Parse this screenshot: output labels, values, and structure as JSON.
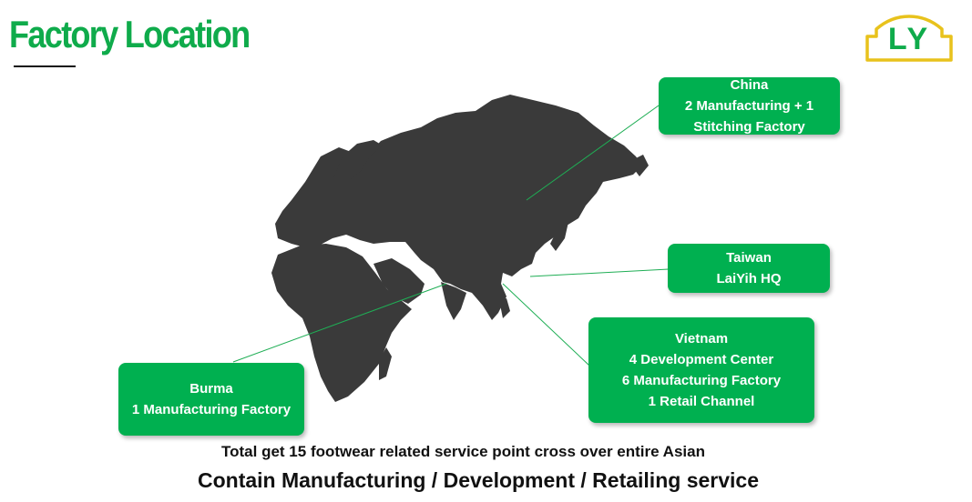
{
  "title": "Factory Location",
  "logo": {
    "text": "LY"
  },
  "callouts": {
    "china": {
      "lines": [
        "China",
        "2 Manufacturing + 1",
        "Stitching Factory"
      ]
    },
    "taiwan": {
      "lines": [
        "Taiwan",
        "LaiYih HQ"
      ]
    },
    "vietnam": {
      "lines": [
        "Vietnam",
        "4 Development Center",
        "6 Manufacturing Factory",
        "1 Retail Channel"
      ]
    },
    "burma": {
      "lines": [
        "Burma",
        "1 Manufacturing Factory"
      ]
    }
  },
  "footer": {
    "line1": "Total get 15 footwear related service point cross over entire Asian",
    "line2": "Contain Manufacturing / Development / Retailing service"
  },
  "colors": {
    "brand_green": "#0fab4b",
    "callout_green": "#00b050",
    "map_gray": "#3a3a3a",
    "logo_gold": "#e8c21c",
    "leader_line": "#1fae55"
  }
}
